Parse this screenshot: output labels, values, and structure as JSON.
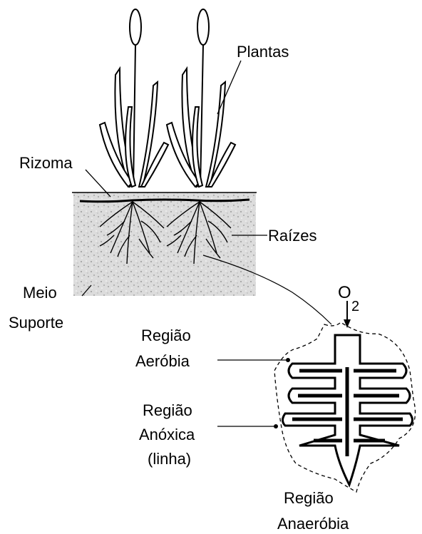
{
  "labels": {
    "plants": "Plantas",
    "rhizome": "Rizoma",
    "roots": "Raízes",
    "support_medium_line1": "Meio",
    "support_medium_line2": "Suporte",
    "oxygen_symbol": "O",
    "oxygen_subscript": "2",
    "aerobic_line1": "Região",
    "aerobic_line2": "Aeróbia",
    "anoxic_line1": "Região",
    "anoxic_line2": "Anóxica",
    "anoxic_line3": "(linha)",
    "anaerobic_line1": "Região",
    "anaerobic_line2": "Anaeróbia"
  },
  "colors": {
    "ink": "#000000",
    "substrate": "#d9d9d9",
    "substrate_speckle": "#9a9a9a",
    "background": "#ffffff"
  }
}
